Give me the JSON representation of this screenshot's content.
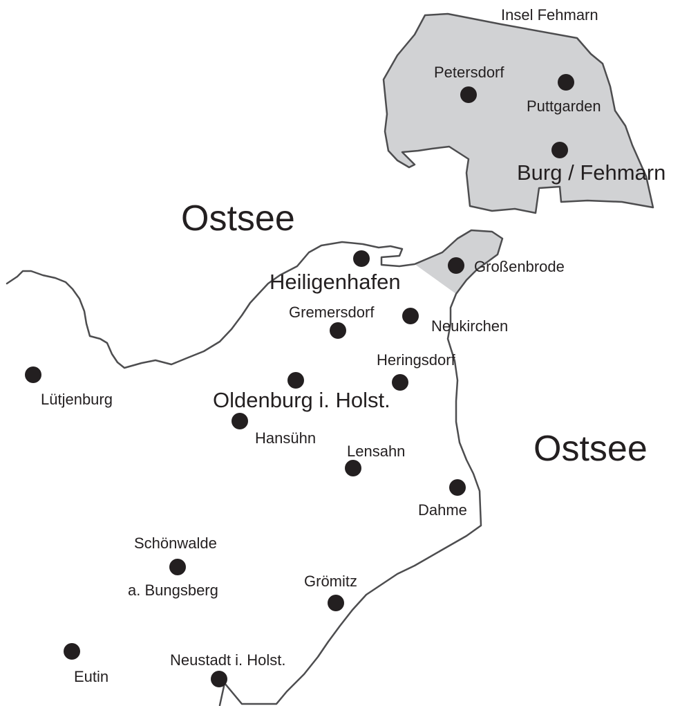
{
  "water_labels": {
    "ostsee_north": "Ostsee",
    "ostsee_east": "Ostsee"
  },
  "island_label": "Insel Fehmarn",
  "places": {
    "petersdorf": "Petersdorf",
    "puttgarden": "Puttgarden",
    "burg_fehmarn": "Burg / Fehmarn",
    "grossenbrode": "Großenbrode",
    "heiligenhafen": "Heiligenhafen",
    "gremersdorf": "Gremersdorf",
    "neukirchen": "Neukirchen",
    "heringsdorf": "Heringsdorf",
    "luetjenburg": "Lütjenburg",
    "oldenburg": "Oldenburg i. Holst.",
    "hansuehn": "Hansühn",
    "lensahn": "Lensahn",
    "dahme": "Dahme",
    "schoenwalde_1": "Schönwalde",
    "schoenwalde_2": "a. Bungsberg",
    "groemitz": "Grömitz",
    "eutin": "Eutin",
    "neustadt": "Neustadt i. Holst."
  },
  "colors": {
    "island_fill": "#d1d2d4",
    "coastline": "#4d4d4f",
    "dot": "#231f20",
    "text": "#231f20"
  }
}
